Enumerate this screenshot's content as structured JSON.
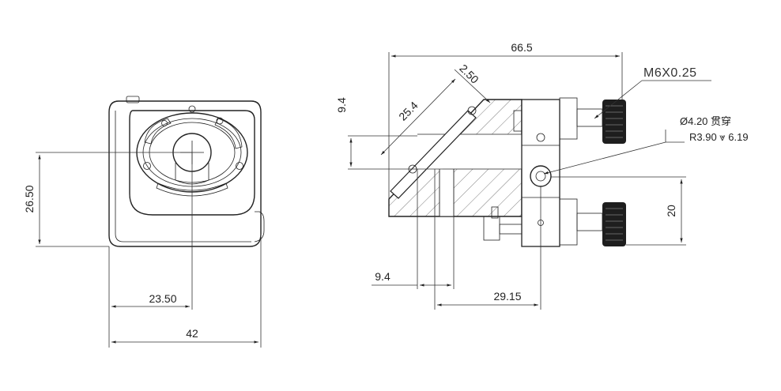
{
  "front_view": {
    "dim_height": "26.50",
    "dim_center": "23.50",
    "dim_width": "42"
  },
  "side_view": {
    "dim_overall_width": "66.5",
    "dim_mirror_thickness": "2.50",
    "dim_mirror_size": "25.4",
    "dim_offset_vertical": "9.4",
    "dim_offset_horizontal": "9.4",
    "dim_axis_to_rear": "29.15",
    "dim_height_20": "20"
  },
  "notes": {
    "thread": "M6X0.25",
    "through_hole": "Ø4.20 贯穿",
    "counterbore": "R3.90 ⩔ 6.19"
  }
}
